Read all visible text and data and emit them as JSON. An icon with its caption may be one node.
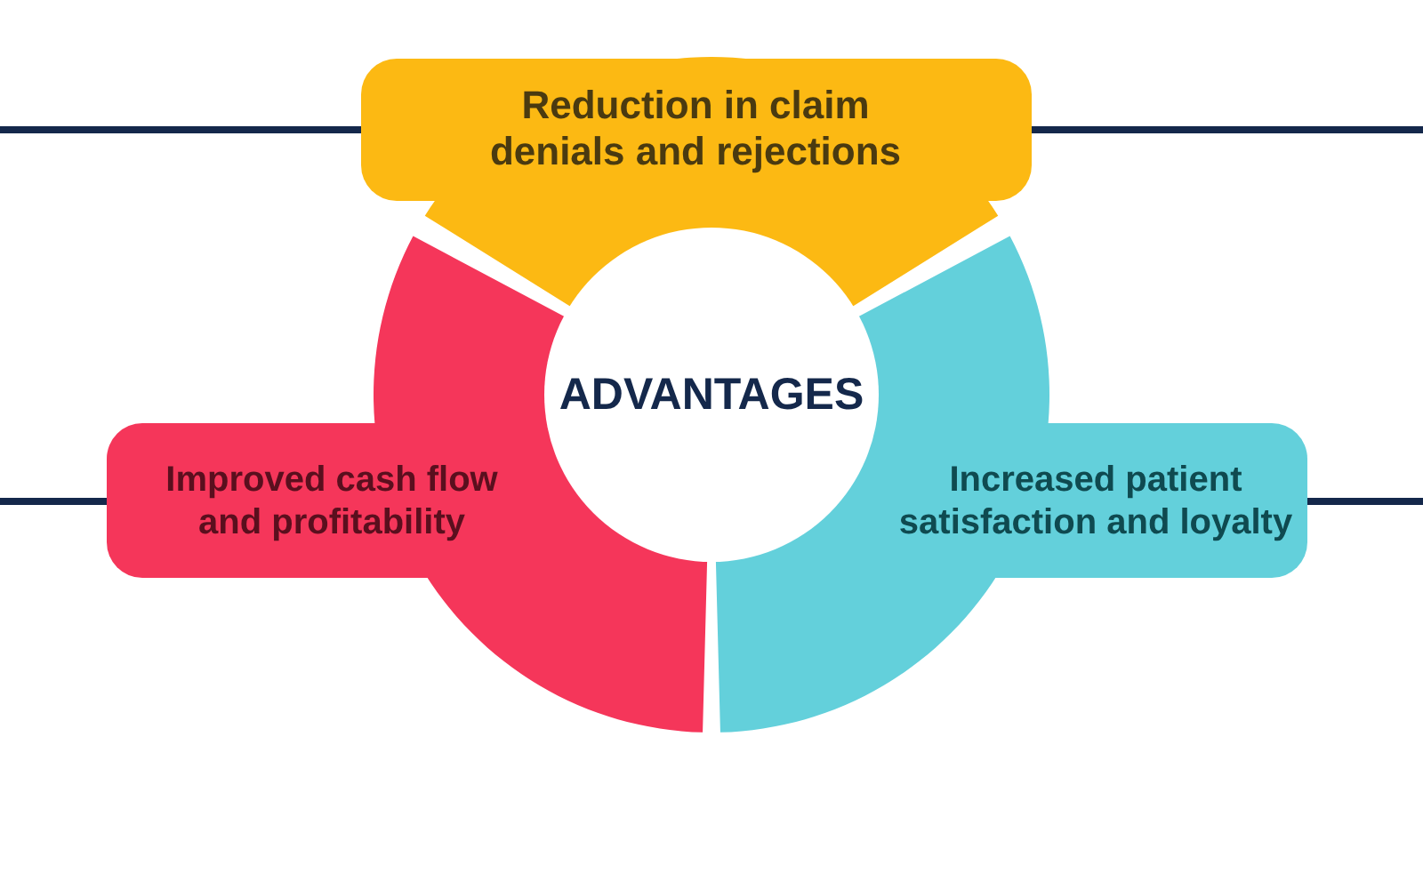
{
  "diagram": {
    "nodes": [
      {
        "text": [
          "ADVANTAGES"
        ]
      },
      {
        "text": [
          "Reduction in claim denials and rejections"
        ]
      },
      {
        "text": [
          "Improved cash flow and profitability"
        ]
      },
      {
        "text": [
          "Increased patient satisfaction and loyalty"
        ]
      }
    ],
    "edges": [
      {
        "from": null,
        "to": 1,
        "arrow": "none"
      },
      {
        "from": null,
        "to": 1,
        "arrow": "none"
      },
      {
        "from": null,
        "to": 2,
        "arrow": "none"
      },
      {
        "from": null,
        "to": 3,
        "arrow": "none"
      }
    ]
  }
}
